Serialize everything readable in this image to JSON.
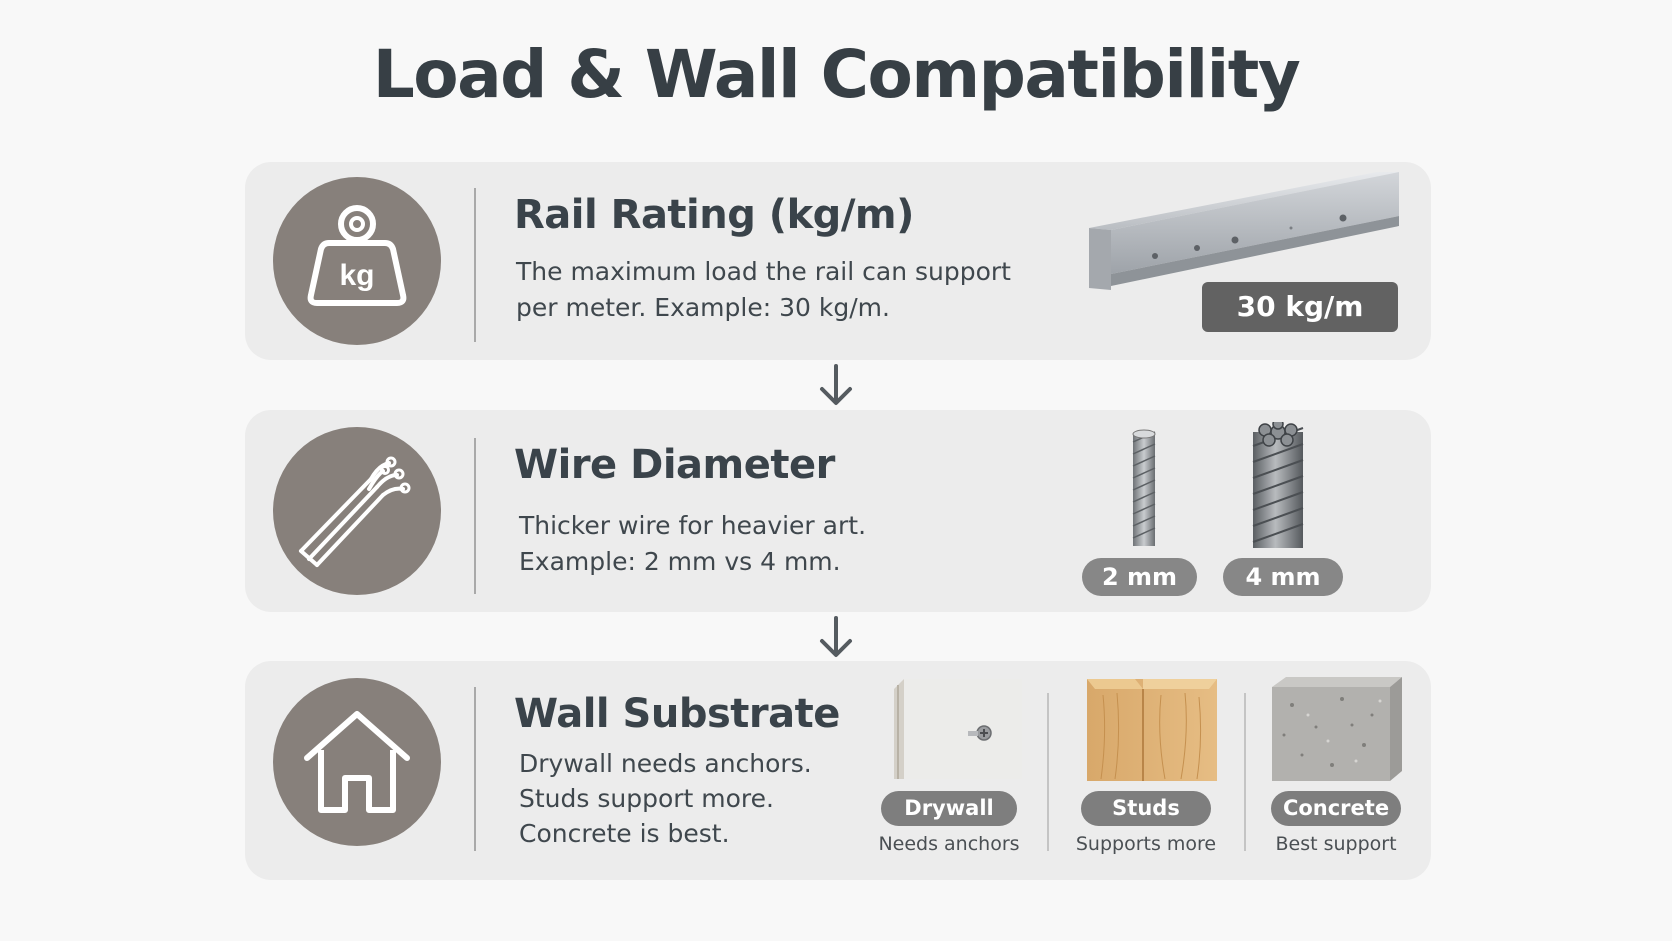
{
  "title": "Load & Wall Compatibility",
  "cards": [
    {
      "title": "Rail Rating (kg/m)",
      "desc": [
        "The maximum load the rail can support",
        "per meter. Example: 30 kg/m."
      ],
      "icon": "kg-weight-icon",
      "icon_label": "kg",
      "badge": "30 kg/m"
    },
    {
      "title": "Wire Diameter",
      "desc": [
        "Thicker wire for heavier art.",
        "Example: 2 mm vs 4 mm."
      ],
      "icon": "wire-bundle-icon",
      "options": [
        {
          "label": "2 mm"
        },
        {
          "label": "4 mm"
        }
      ]
    },
    {
      "title": "Wall Substrate",
      "desc": [
        "Drywall needs anchors.",
        "Studs support more.",
        "Concrete is best."
      ],
      "icon": "house-icon",
      "substrates": [
        {
          "label": "Drywall",
          "caption": "Needs anchors"
        },
        {
          "label": "Studs",
          "caption": "Supports more"
        },
        {
          "label": "Concrete",
          "caption": "Best support"
        }
      ]
    }
  ],
  "colors": {
    "background": "#f8f8f8",
    "card": "#ececec",
    "icon_circle": "#87807b",
    "title_text": "#373f45",
    "dark_pill": "#626262",
    "grey_pill": "#878787"
  }
}
